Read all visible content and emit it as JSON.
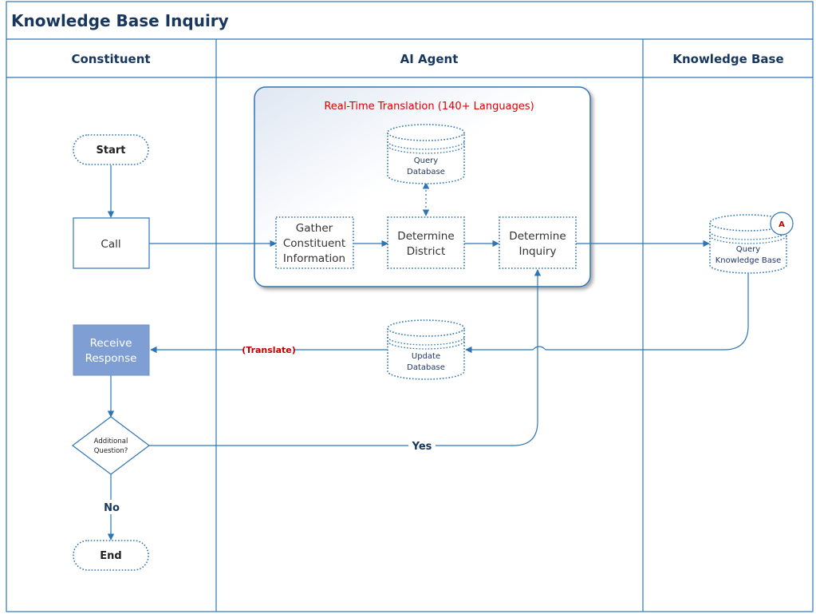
{
  "title": "Knowledge Base Inquiry",
  "lanes": {
    "constituent": "Constituent",
    "ai_agent": "AI Agent",
    "knowledge_base": "Knowledge Base"
  },
  "group": {
    "label": "Real-Time Translation (140+ Languages)"
  },
  "nodes": {
    "start": "Start",
    "call": "Call",
    "gather": [
      "Gather",
      "Constituent",
      "Information"
    ],
    "district": [
      "Determine",
      "District"
    ],
    "inquiry": [
      "Determine",
      "Inquiry"
    ],
    "query_db": [
      "Query",
      "Database"
    ],
    "query_kb": [
      "Query",
      "Knowledge Base"
    ],
    "connector": "A",
    "update_db": [
      "Update",
      "Database"
    ],
    "receive": [
      "Receive",
      "Response"
    ],
    "decision": [
      "Additional",
      "Question?"
    ],
    "end": "End"
  },
  "flow_labels": {
    "translate": "(Translate)",
    "yes": "Yes",
    "no": "No"
  },
  "colors": {
    "title": "#17375e",
    "border": "#2e75b6",
    "arrow": "#2e75b6",
    "filled_box": "#7f9fd4",
    "translation_label": "#e00000",
    "translate_label": "#c00000"
  }
}
